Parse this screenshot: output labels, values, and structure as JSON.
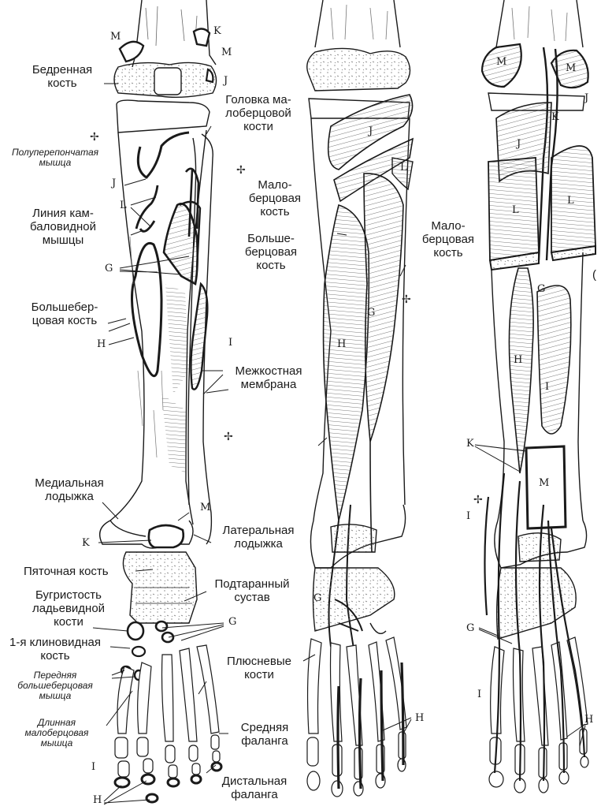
{
  "labels": {
    "femur": "Бедренная\nкость",
    "fibula_head": "Головка ма-\nлоберцовой\nкости",
    "semimembranosus": "Полуперепончатая\nмышца",
    "soleal_line": "Линия кам-\nбаловидной\nмышцы",
    "fibula_left": "Мало-\nберцовая\nкость",
    "tibia_left": "Большебер-\nцовая кость",
    "interosseous": "Межкостная\nмембрана",
    "medial_malleolus": "Медиальная\nлодыжка",
    "lateral_malleolus": "Латеральная\nлодыжка",
    "calcaneus": "Пяточная кость",
    "subtalar": "Подтаранный\nсустав",
    "navicular": "Бугристость\nладьевидной\nкости",
    "cuneiform": "1-я клиновидная\nкость",
    "tib_anterior": "Передняя\nбольшеберцовая\nмышца",
    "metatarsal": "Плюсневые\nкости",
    "peroneus_longus": "Длинная\nмалоберцовая\nмышца",
    "middle_phalanx": "Средняя\nфаланга",
    "distal_phalanx": "Дистальная\nфаланга",
    "tibia_mid": "Больше-\nберцовая\nкость",
    "fibula_mid": "Мало-\nберцовая\nкость"
  },
  "letters": {
    "M": "M",
    "K": "K",
    "J": "J",
    "L": "L",
    "G": "G",
    "H": "H",
    "I": "I"
  },
  "edge_fragment": "("
}
